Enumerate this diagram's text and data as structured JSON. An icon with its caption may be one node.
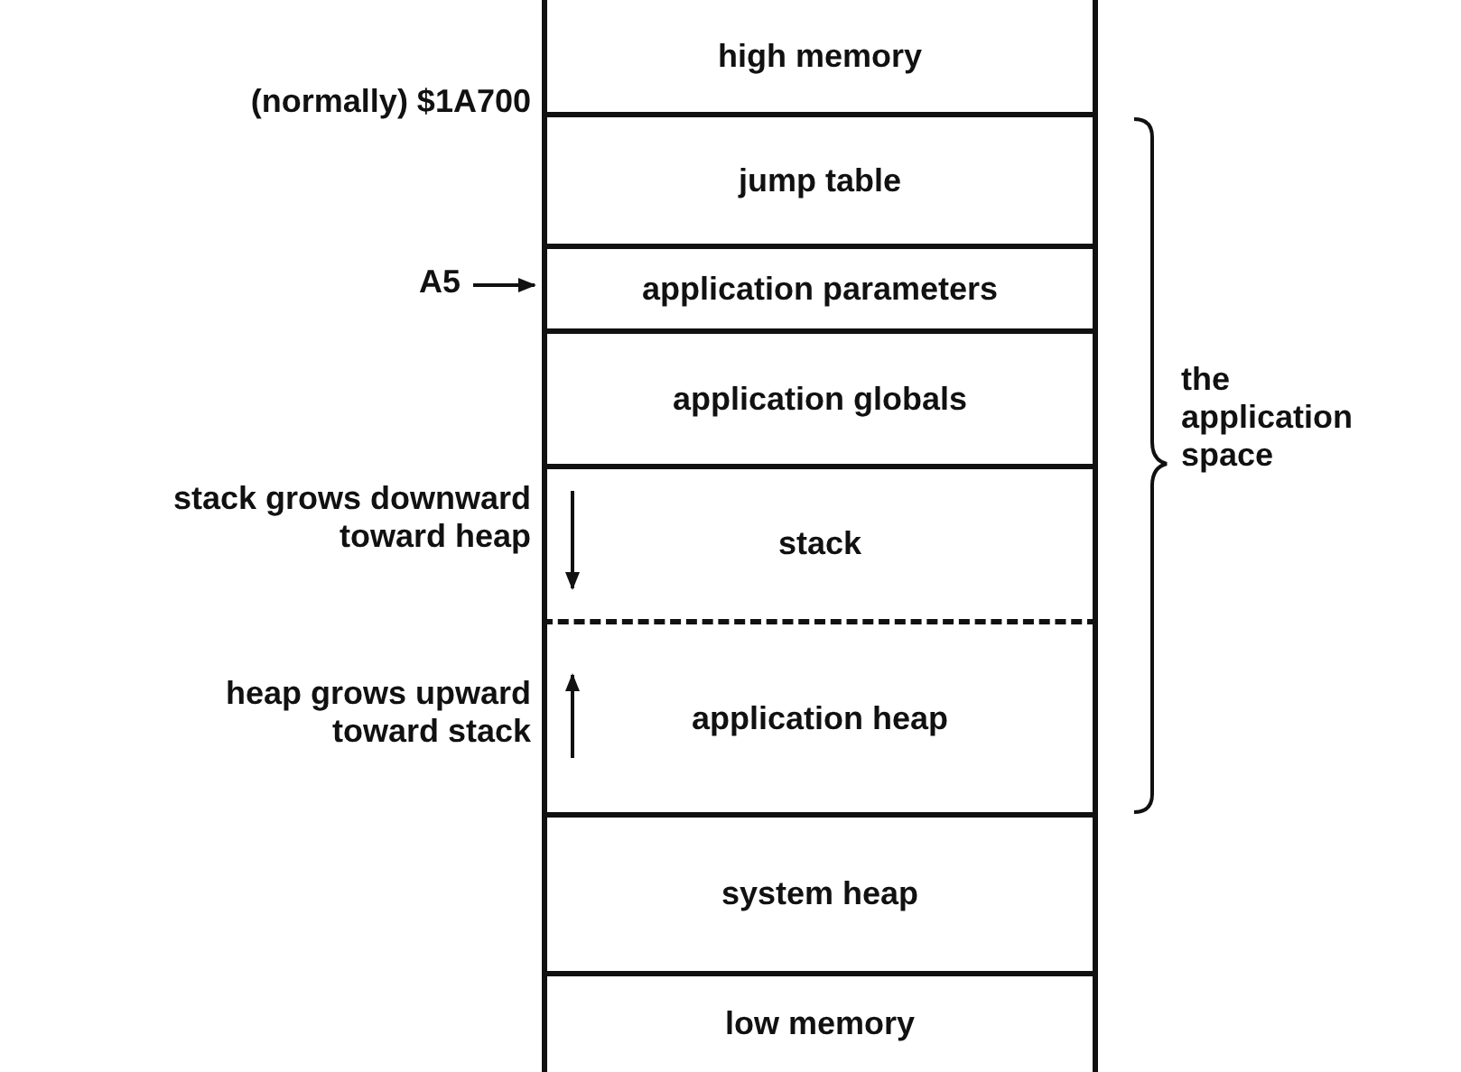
{
  "diagram": {
    "nodes": [
      {
        "text": [
          "high memory"
        ]
      },
      {
        "text": [
          "jump table"
        ]
      },
      {
        "text": [
          "application parameters"
        ]
      },
      {
        "text": [
          "application globals"
        ]
      },
      {
        "text": [
          "stack"
        ]
      },
      {
        "text": [
          "application heap"
        ]
      },
      {
        "text": [
          "system heap"
        ]
      },
      {
        "text": [
          "low memory"
        ]
      },
      {
        "text": [
          "A5"
        ]
      }
    ],
    "edges": [
      {
        "from": 8,
        "to": 2,
        "arrow": "to"
      }
    ],
    "labels": [
      "(normally) $1A700",
      "stack grows downward toward heap",
      "heap grows upward toward stack",
      "the application space"
    ]
  }
}
